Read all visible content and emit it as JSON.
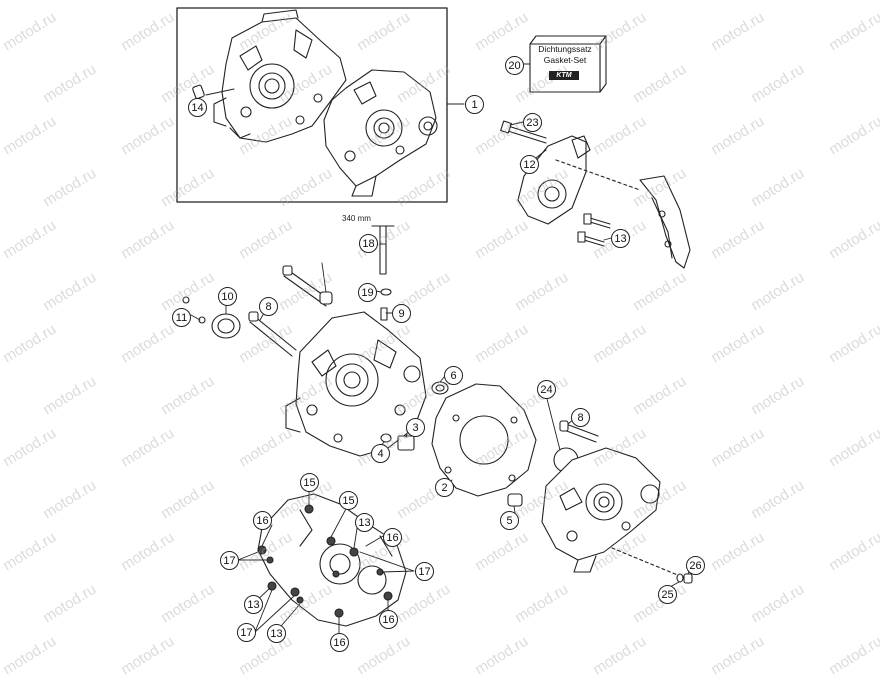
{
  "diagram": {
    "callouts": [
      {
        "id": "c1",
        "label": "1"
      },
      {
        "id": "c2",
        "label": "2"
      },
      {
        "id": "c3",
        "label": "3"
      },
      {
        "id": "c4",
        "label": "4"
      },
      {
        "id": "c5",
        "label": "5"
      },
      {
        "id": "c6",
        "label": "6"
      },
      {
        "id": "c8a",
        "label": "8"
      },
      {
        "id": "c8b",
        "label": "8"
      },
      {
        "id": "c9",
        "label": "9"
      },
      {
        "id": "c10",
        "label": "10"
      },
      {
        "id": "c11",
        "label": "11"
      },
      {
        "id": "c12",
        "label": "12"
      },
      {
        "id": "c13a",
        "label": "13"
      },
      {
        "id": "c13b",
        "label": "13"
      },
      {
        "id": "c13c",
        "label": "13"
      },
      {
        "id": "c13d",
        "label": "13"
      },
      {
        "id": "c14",
        "label": "14"
      },
      {
        "id": "c15a",
        "label": "15"
      },
      {
        "id": "c15b",
        "label": "15"
      },
      {
        "id": "c16a",
        "label": "16"
      },
      {
        "id": "c16b",
        "label": "16"
      },
      {
        "id": "c16c",
        "label": "16"
      },
      {
        "id": "c16d",
        "label": "16"
      },
      {
        "id": "c17a",
        "label": "17"
      },
      {
        "id": "c17b",
        "label": "17"
      },
      {
        "id": "c17c",
        "label": "17"
      },
      {
        "id": "c18",
        "label": "18"
      },
      {
        "id": "c19",
        "label": "19"
      },
      {
        "id": "c20",
        "label": "20"
      },
      {
        "id": "c23",
        "label": "23"
      },
      {
        "id": "c24",
        "label": "24"
      },
      {
        "id": "c25",
        "label": "25"
      },
      {
        "id": "c26",
        "label": "26"
      }
    ],
    "dimension_label": "340 mm",
    "gasket_set": {
      "line1": "Dichtungssatz",
      "line2": "Gasket-Set",
      "logo": "KTM"
    },
    "watermark": "motod.ru"
  }
}
